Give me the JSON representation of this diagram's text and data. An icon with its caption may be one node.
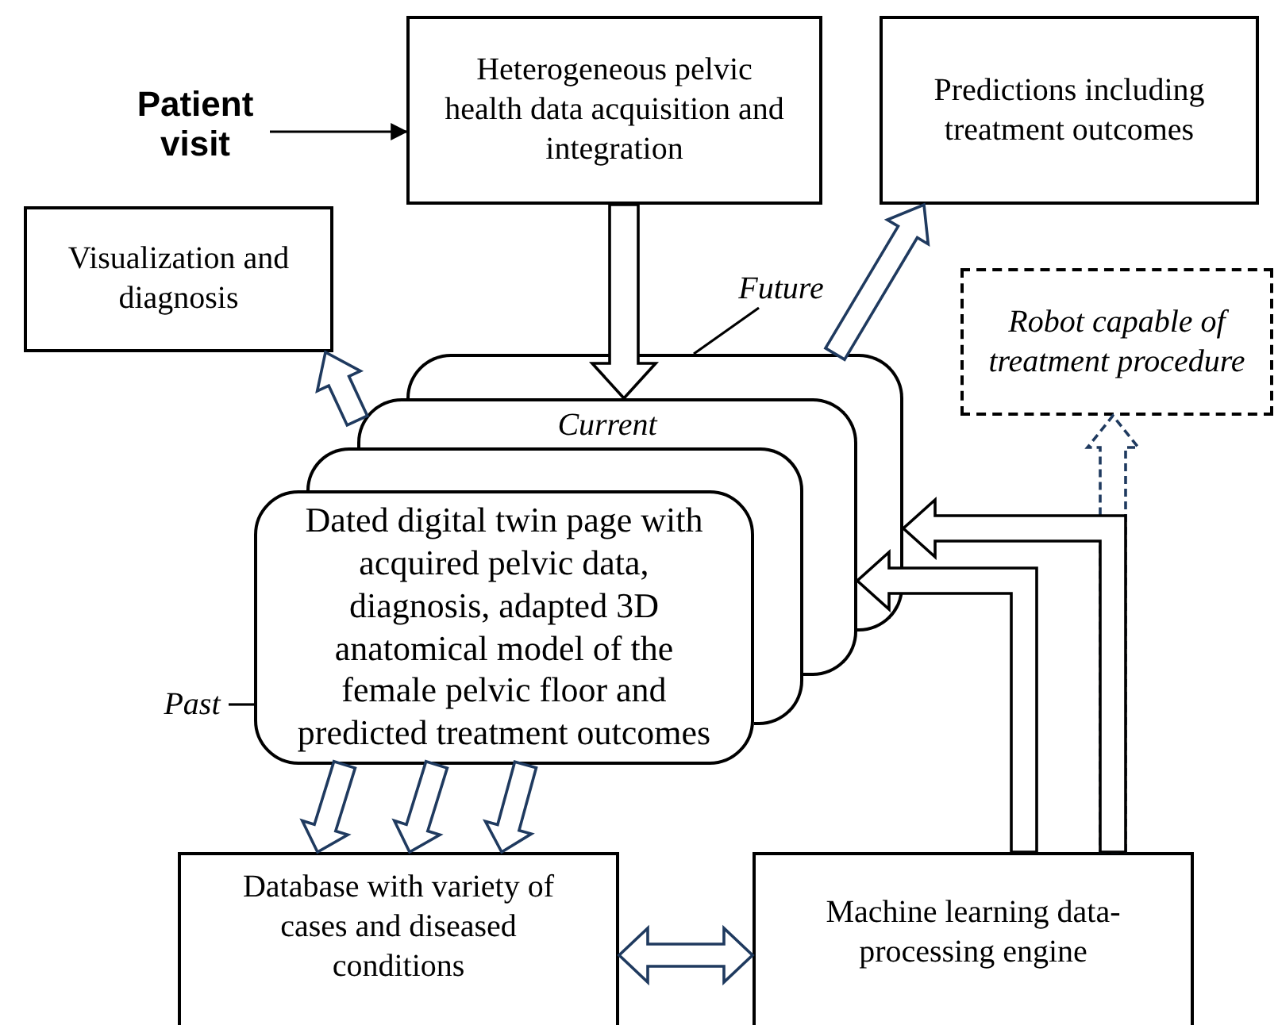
{
  "diagram": {
    "nodes": [
      {
        "text": [
          "Patient visit"
        ]
      },
      {
        "text": [
          "Heterogeneous pelvic health data acquisition and integration"
        ]
      },
      {
        "text": [
          "Predictions including treatment outcomes"
        ]
      },
      {
        "text": [
          "Visualization and diagnosis"
        ]
      },
      {
        "text": [
          "Future"
        ]
      },
      {
        "text": [
          "Robot capable of treatment procedure"
        ]
      },
      {
        "text": [],
        "shape": "box"
      },
      {
        "text": [
          "Current"
        ]
      },
      {
        "text": [],
        "shape": "box"
      },
      {
        "text": [
          "Past"
        ]
      },
      {
        "text": [
          "Dated digital twin page with acquired pelvic data, diagnosis, adapted 3D anatomical model of the female pelvic floor and predicted treatment outcomes"
        ]
      },
      {
        "text": [
          "Database with variety of cases and diseased conditions"
        ]
      },
      {
        "text": [
          "Machine learning data-processing engine"
        ]
      }
    ],
    "edges": [
      {
        "from": 0,
        "to": 1,
        "arrow": "to",
        "color": "#000000"
      },
      {
        "from": 1,
        "to": 7,
        "arrow": "to",
        "color": "#000000"
      },
      {
        "from": 6,
        "to": 2,
        "arrow": "to"
      },
      {
        "from": 7,
        "to": 3,
        "arrow": "to"
      },
      {
        "from": 10,
        "to": 11,
        "arrow": "to"
      },
      {
        "from": 10,
        "to": 11,
        "arrow": "to"
      },
      {
        "from": 10,
        "to": 11,
        "arrow": "to"
      },
      {
        "from": 11,
        "to": 12,
        "arrow": "both"
      },
      {
        "from": 12,
        "to": 6,
        "arrow": "to",
        "color": "#000000"
      },
      {
        "from": 12,
        "to": 7,
        "arrow": "to",
        "color": "#000000"
      },
      {
        "from": 12,
        "to": 5,
        "arrow": "to",
        "style": "dashed"
      },
      {
        "from": 4,
        "to": 6,
        "arrow": "none",
        "color": "#000000"
      },
      {
        "from": 9,
        "to": 10,
        "arrow": "none",
        "color": "#000000"
      }
    ]
  }
}
